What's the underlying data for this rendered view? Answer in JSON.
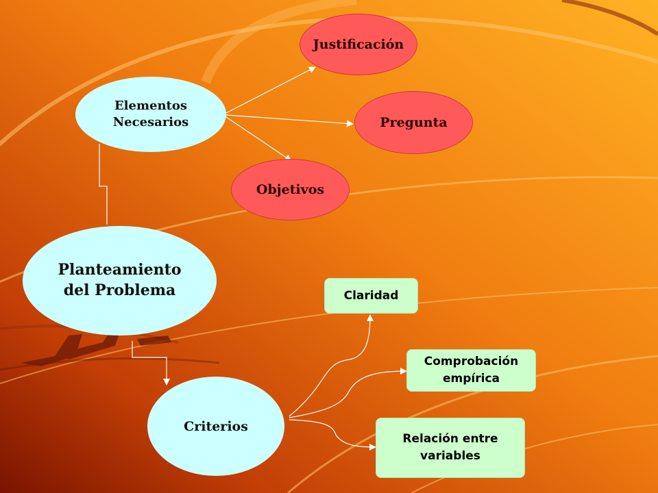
{
  "colors": {
    "bg_light": "#ffa31a",
    "bg_dark": "#7a1400",
    "swirl": "#ffc46b",
    "node_cyan": "#ccffff",
    "node_red": "#ff5a5a",
    "node_green": "#ccffcc",
    "connector": "#ffffff"
  },
  "nodes": {
    "elementos": {
      "label": "Elementos\nNecesarios"
    },
    "justificacion": {
      "label": "Justificación"
    },
    "pregunta": {
      "label": "Pregunta"
    },
    "objetivos": {
      "label": "Objetivos"
    },
    "planteamiento": {
      "label": "Planteamiento\n del Problema"
    },
    "criterios": {
      "label": "Criterios"
    },
    "claridad": {
      "label": "Claridad"
    },
    "comprobacion": {
      "label": "Comprobación\n empírica"
    },
    "relacion": {
      "label": "Relación entre\nvariables"
    }
  }
}
